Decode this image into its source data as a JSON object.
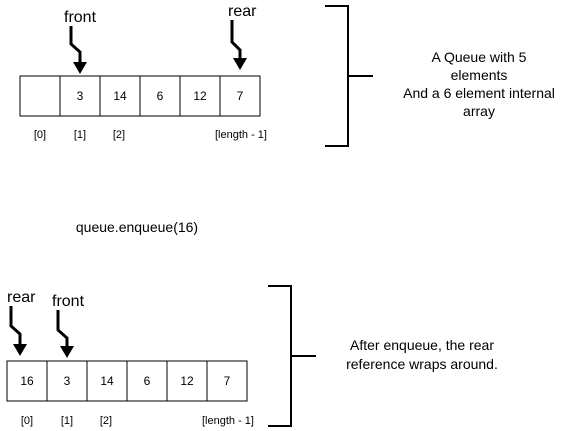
{
  "panel_top": {
    "front_label": "front",
    "rear_label": "rear",
    "cells": [
      "",
      "3",
      "14",
      "6",
      "12",
      "7"
    ],
    "index_labels": {
      "first": "[0]",
      "second": "[1]",
      "third": "[2]",
      "last": "[length - 1]"
    },
    "description_lines": [
      "A Queue with 5",
      "elements",
      "And a 6 element internal",
      "array"
    ]
  },
  "operation_label": "queue.enqueue(16)",
  "panel_bottom": {
    "rear_label": "rear",
    "front_label": "front",
    "cells": [
      "16",
      "3",
      "14",
      "6",
      "12",
      "7"
    ],
    "index_labels": {
      "first": "[0]",
      "second": "[1]",
      "third": "[2]",
      "last": "[length - 1]"
    },
    "description_lines": [
      "After enqueue, the rear",
      "reference wraps around."
    ]
  }
}
